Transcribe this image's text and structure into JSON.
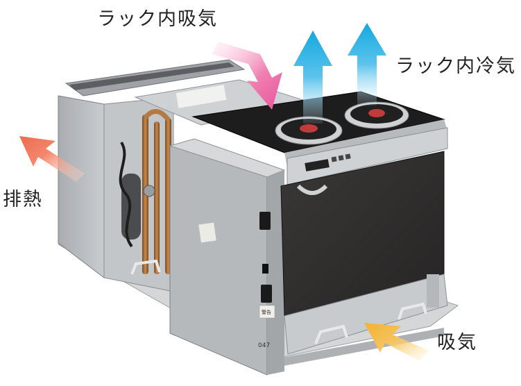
{
  "labels": {
    "rack_intake": "ラック内吸気",
    "rack_cool": "ラック内冷気",
    "exhaust": "排熱",
    "intake": "吸気"
  },
  "panel": {
    "caution_label": "警告",
    "model_code": "047"
  },
  "colors": {
    "rack_intake_arrow": "#e8559a",
    "cool_arrow": "#14a8e0",
    "exhaust_arrow": "#ee6a4e",
    "intake_arrow": "#f2b233",
    "housing": "#b9bcbf",
    "housing_dark": "#8e9296",
    "front_panel": "#2f2d2d",
    "top_foam": "#1d1d1d"
  }
}
